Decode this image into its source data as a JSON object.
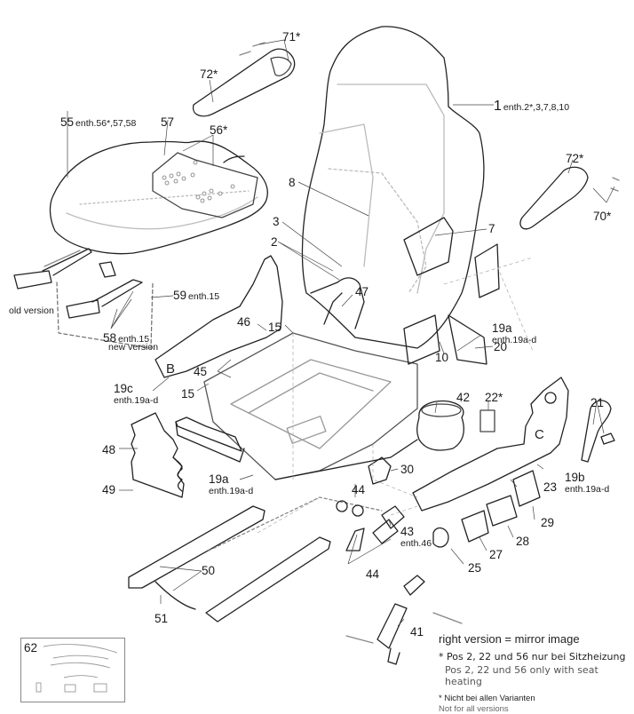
{
  "diagram": {
    "title": "Seat exploded parts view",
    "labels": [
      {
        "id": "71",
        "num": "71*",
        "sub": ""
      },
      {
        "id": "72-left",
        "num": "72*",
        "sub": ""
      },
      {
        "id": "1",
        "num": "1",
        "sub": "enth.2*,3,7,8,10"
      },
      {
        "id": "55",
        "num": "55",
        "sub": "enth.56*,57,58"
      },
      {
        "id": "57",
        "num": "57",
        "sub": ""
      },
      {
        "id": "56",
        "num": "56*",
        "sub": ""
      },
      {
        "id": "72-right",
        "num": "72*",
        "sub": ""
      },
      {
        "id": "70",
        "num": "70*",
        "sub": ""
      },
      {
        "id": "8",
        "num": "8",
        "sub": ""
      },
      {
        "id": "3",
        "num": "3",
        "sub": ""
      },
      {
        "id": "2",
        "num": "2",
        "sub": ""
      },
      {
        "id": "7",
        "num": "7",
        "sub": ""
      },
      {
        "id": "47",
        "num": "47",
        "sub": ""
      },
      {
        "id": "59",
        "num": "59",
        "sub": "enth.15"
      },
      {
        "id": "58",
        "num": "58",
        "sub": "enth.15"
      },
      {
        "id": "46",
        "num": "46",
        "sub": ""
      },
      {
        "id": "15-upper",
        "num": "15",
        "sub": ""
      },
      {
        "id": "45",
        "num": "45",
        "sub": ""
      },
      {
        "id": "15-lower",
        "num": "15",
        "sub": ""
      },
      {
        "id": "19c",
        "num": "19c",
        "sub": "enth.19a-d"
      },
      {
        "id": "19a-right",
        "num": "19a",
        "sub": "enth.19a-d"
      },
      {
        "id": "20",
        "num": "20",
        "sub": ""
      },
      {
        "id": "10",
        "num": "10",
        "sub": ""
      },
      {
        "id": "42",
        "num": "42",
        "sub": ""
      },
      {
        "id": "22",
        "num": "22*",
        "sub": ""
      },
      {
        "id": "21",
        "num": "21",
        "sub": ""
      },
      {
        "id": "48",
        "num": "48",
        "sub": ""
      },
      {
        "id": "49",
        "num": "49",
        "sub": ""
      },
      {
        "id": "19a-left",
        "num": "19a",
        "sub": "enth.19a-d"
      },
      {
        "id": "30",
        "num": "30",
        "sub": ""
      },
      {
        "id": "19b",
        "num": "19b",
        "sub": "enth.19a-d"
      },
      {
        "id": "23",
        "num": "23",
        "sub": ""
      },
      {
        "id": "44-upper",
        "num": "44",
        "sub": ""
      },
      {
        "id": "43",
        "num": "43",
        "sub": "enth.46"
      },
      {
        "id": "29",
        "num": "29",
        "sub": ""
      },
      {
        "id": "28",
        "num": "28",
        "sub": ""
      },
      {
        "id": "27",
        "num": "27",
        "sub": ""
      },
      {
        "id": "25",
        "num": "25",
        "sub": ""
      },
      {
        "id": "44-lower",
        "num": "44",
        "sub": ""
      },
      {
        "id": "50",
        "num": "50",
        "sub": ""
      },
      {
        "id": "51",
        "num": "51",
        "sub": ""
      },
      {
        "id": "41",
        "num": "41",
        "sub": ""
      },
      {
        "id": "62",
        "num": "62",
        "sub": ""
      }
    ],
    "captions": {
      "old_version": "old version",
      "new_version": "new version"
    },
    "side_letters": {
      "b": "B",
      "c": "C"
    },
    "notes": {
      "mirror": "right  version = mirror image",
      "heating_de": "* Pos 2, 22 und 56 nur bei Sitzheizung",
      "heating_en": "Pos 2, 22 und 56 only with seat heating",
      "variants_de": "* Nicht bei allen Varianten",
      "variants_en": "Not for all versions"
    }
  }
}
